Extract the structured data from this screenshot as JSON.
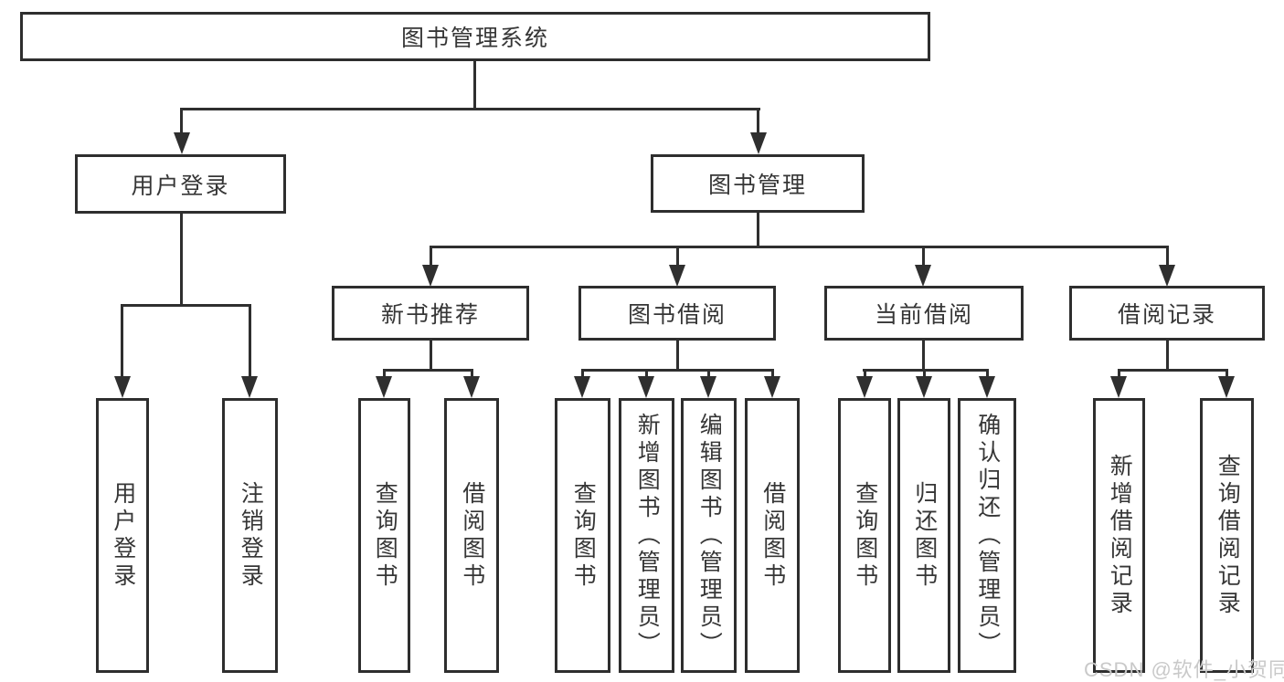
{
  "root": {
    "label": "图书管理系统"
  },
  "login": {
    "label": "用户登录",
    "children": [
      {
        "label": "用户登录"
      },
      {
        "label": "注销登录"
      }
    ]
  },
  "management": {
    "label": "图书管理",
    "sections": [
      {
        "label": "新书推荐",
        "children": [
          {
            "label": "查询图书"
          },
          {
            "label": "借阅图书"
          }
        ]
      },
      {
        "label": "图书借阅",
        "children": [
          {
            "label": "查询图书"
          },
          {
            "label": "新增图书（管理员）"
          },
          {
            "label": "编辑图书（管理员）"
          },
          {
            "label": "借阅图书"
          }
        ]
      },
      {
        "label": "当前借阅",
        "children": [
          {
            "label": "查询图书"
          },
          {
            "label": "归还图书"
          },
          {
            "label": "确认归还（管理员）"
          }
        ]
      },
      {
        "label": "借阅记录",
        "children": [
          {
            "label": "新增借阅记录"
          },
          {
            "label": "查询借阅记录"
          }
        ]
      }
    ]
  },
  "watermark": {
    "text": "CSDN @软件_小贺同学"
  },
  "colors": {
    "line": "#2f2f2f",
    "text": "#363636",
    "background": "#ffffff",
    "watermark": "#c9c9c9"
  }
}
